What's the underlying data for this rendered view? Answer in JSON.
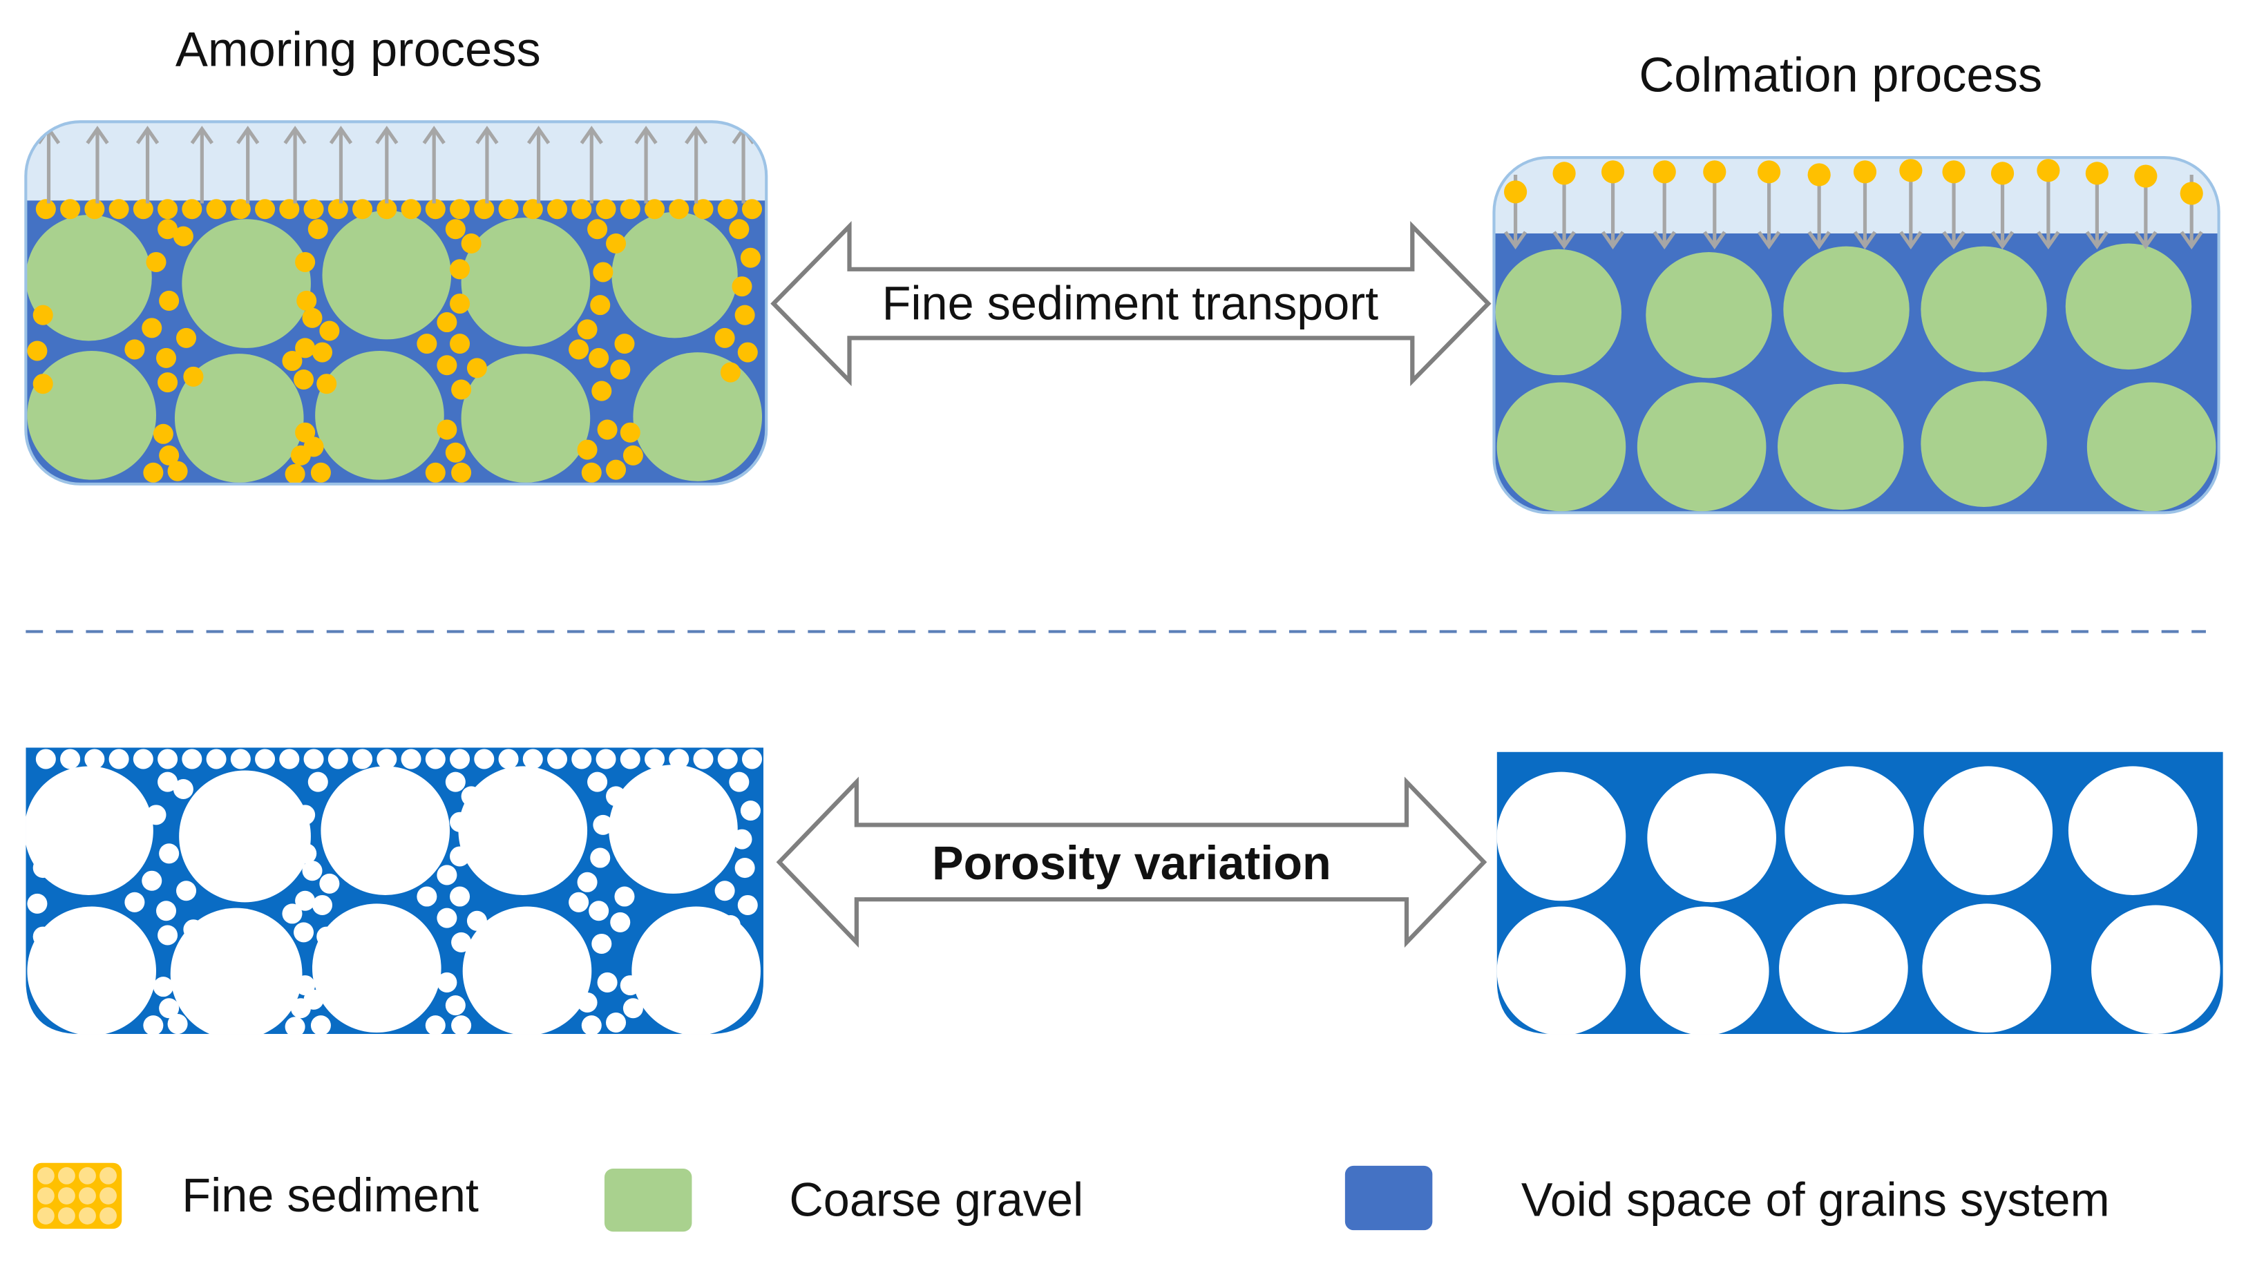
{
  "titles": {
    "armoring": "Amoring process",
    "colmation": "Colmation process"
  },
  "arrows": {
    "transport": "Fine sediment transport",
    "porosity": "Porosity variation"
  },
  "legend": {
    "fine_sediment": "Fine sediment",
    "coarse_gravel": "Coarse gravel",
    "void_space": "Void space of grains system"
  },
  "colors": {
    "water": "#dbe9f6",
    "void": "#4472c4",
    "void_porosity": "#0a6cc4",
    "gravel": "#a9d18e",
    "fine": "#ffc000",
    "flow_arrow": "#a6a6a6",
    "divider": "#5b7fb8"
  }
}
